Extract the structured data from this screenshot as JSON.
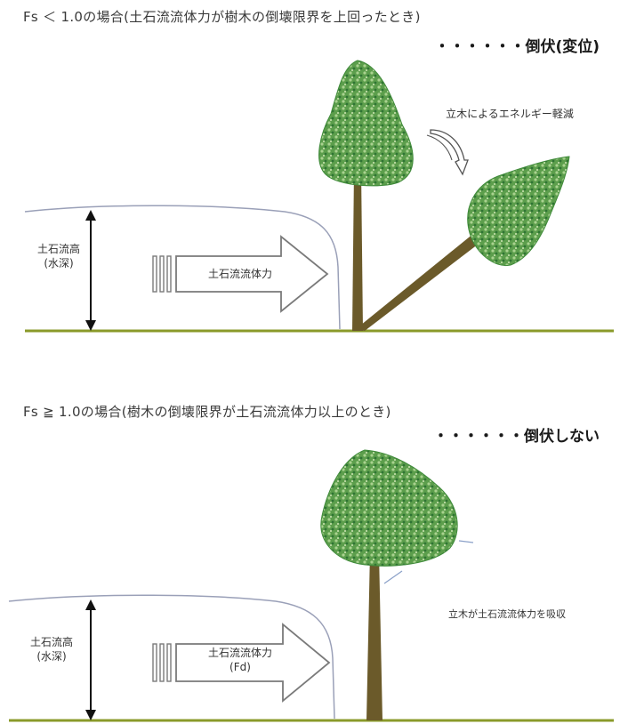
{
  "top": {
    "title": "Fs ＜ 1.0の場合(土石流流体力が樹木の倒壊限界を上回ったとき)",
    "result": "・・・・・・倒伏(変位)",
    "depth_label_line1": "土石流高",
    "depth_label_line2": "(水深)",
    "arrow_label": "土石流流体力",
    "energy_label": "立木によるエネルギー軽減"
  },
  "bottom": {
    "title": "Fs ≧ 1.0の場合(樹木の倒壊限界が土石流流体力以上のとき)",
    "result": "・・・・・・倒伏しない",
    "depth_label_line1": "土石流高",
    "depth_label_line2": "(水深)",
    "arrow_label_line1": "土石流流体力",
    "arrow_label_line2": "(Fd)",
    "resistance_label": "立木が土石流流体力を吸収"
  },
  "colors": {
    "ground": "#8a9a2a",
    "foliage_dark": "#3f8a3a",
    "foliage_light": "#8cc07a",
    "trunk": "#6b5a2a",
    "arrow_outline": "#7a7a7a",
    "flow_outline": "#9aa0b8"
  }
}
